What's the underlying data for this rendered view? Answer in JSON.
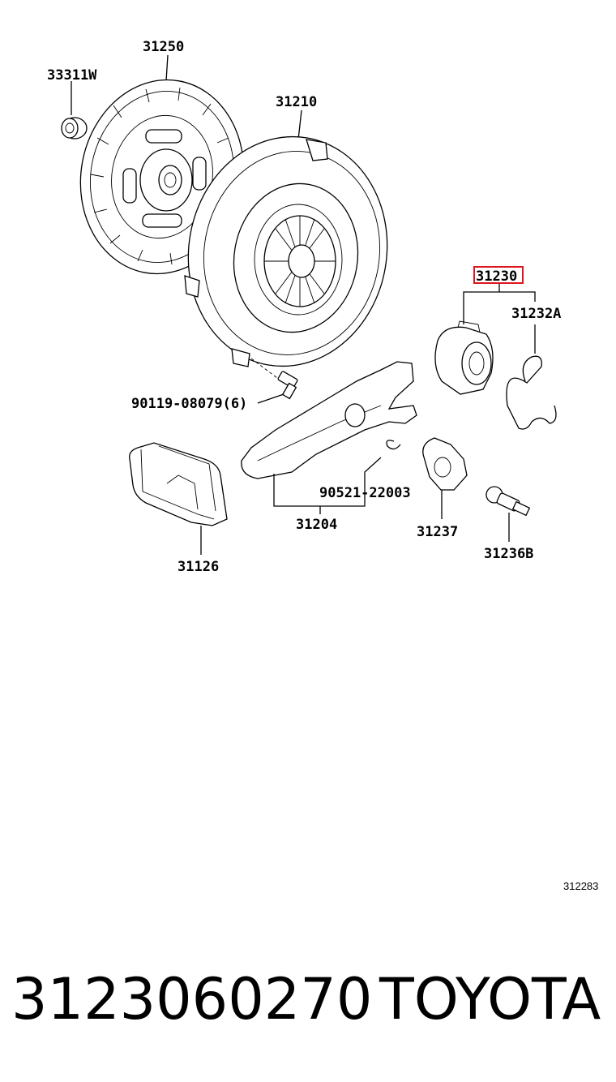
{
  "diagram": {
    "labels": {
      "l33311w": "33311W",
      "l31250": "31250",
      "l31210": "31210",
      "l31230": "31230",
      "l31232a": "31232A",
      "l90119": "90119-08079(6)",
      "l90521": "90521-22003",
      "l31204": "31204",
      "l31237": "31237",
      "l31236b": "31236B",
      "l31126": "31126"
    },
    "highlighted_part": "31230",
    "highlight_color": "#e0141e",
    "diagram_code": "312283"
  },
  "footer": {
    "part_number": "3123060270",
    "brand": "TOYOTA"
  }
}
